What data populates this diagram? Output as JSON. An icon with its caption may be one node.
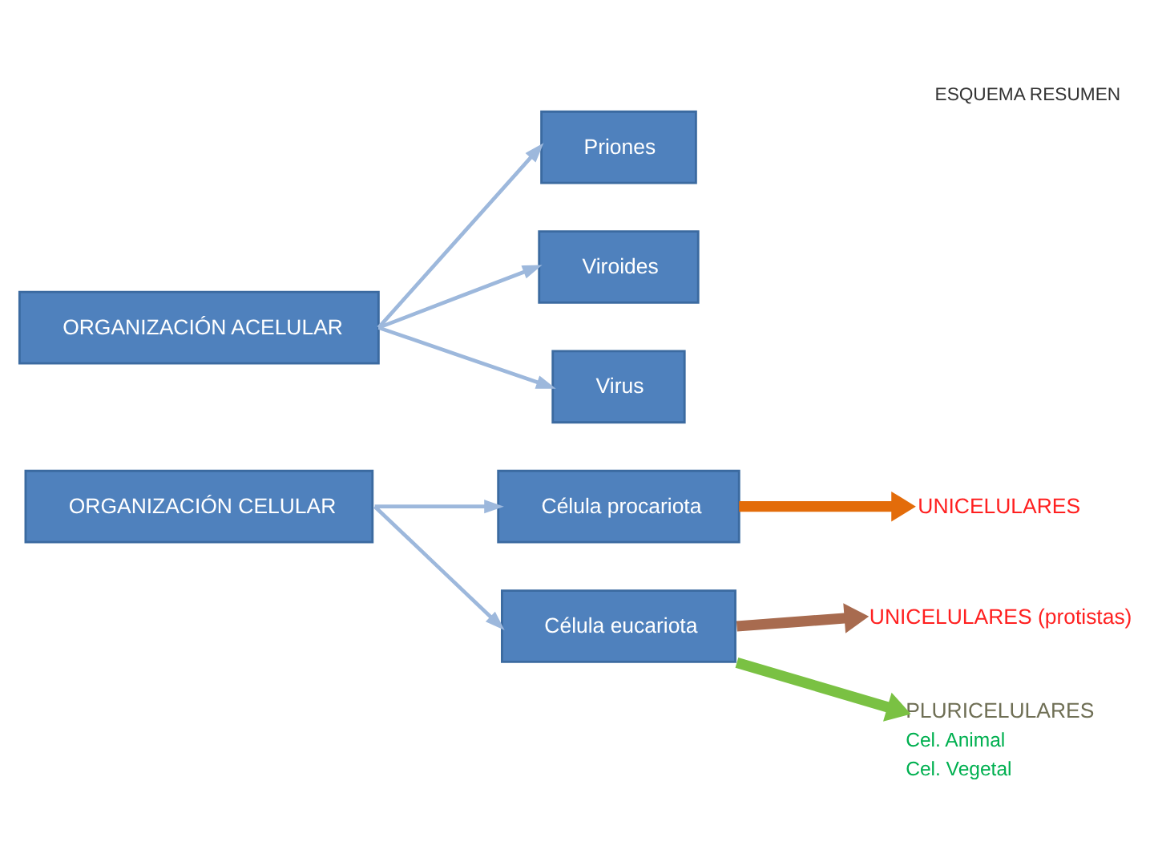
{
  "diagram": {
    "title": "ESQUEMA RESUMEN",
    "nodes": [
      {
        "text": [
          "ORGANIZACIÓN ACELULAR"
        ]
      },
      {
        "text": [
          "Priones"
        ]
      },
      {
        "text": [
          "Viroides"
        ]
      },
      {
        "text": [
          "Virus"
        ]
      },
      {
        "text": [
          "ORGANIZACIÓN CELULAR"
        ]
      },
      {
        "text": [
          "Célula procariota"
        ]
      },
      {
        "text": [
          "Célula eucariota"
        ]
      },
      {
        "text": [
          "UNICELULARES"
        ]
      },
      {
        "text": [
          "UNICELULARES (protistas)"
        ]
      },
      {
        "text": [
          "PLURICELULARES"
        ],
        "beside": [
          "Cel. Animal",
          "Cel. Vegetal"
        ]
      }
    ],
    "edges": [
      {
        "from": 0,
        "to": 1,
        "arrow": "to"
      },
      {
        "from": 0,
        "to": 2,
        "arrow": "to"
      },
      {
        "from": 0,
        "to": 3,
        "arrow": "to"
      },
      {
        "from": 4,
        "to": 5,
        "arrow": "to"
      },
      {
        "from": 4,
        "to": 6,
        "arrow": "to"
      },
      {
        "from": 5,
        "to": 7,
        "arrow": "to",
        "style": "thick",
        "color": "#e36c0a"
      },
      {
        "from": 6,
        "to": 8,
        "arrow": "to",
        "style": "thick",
        "color": "#a86b4f"
      },
      {
        "from": 6,
        "to": 9,
        "arrow": "to",
        "style": "thick",
        "color": "#7ac143"
      }
    ]
  }
}
